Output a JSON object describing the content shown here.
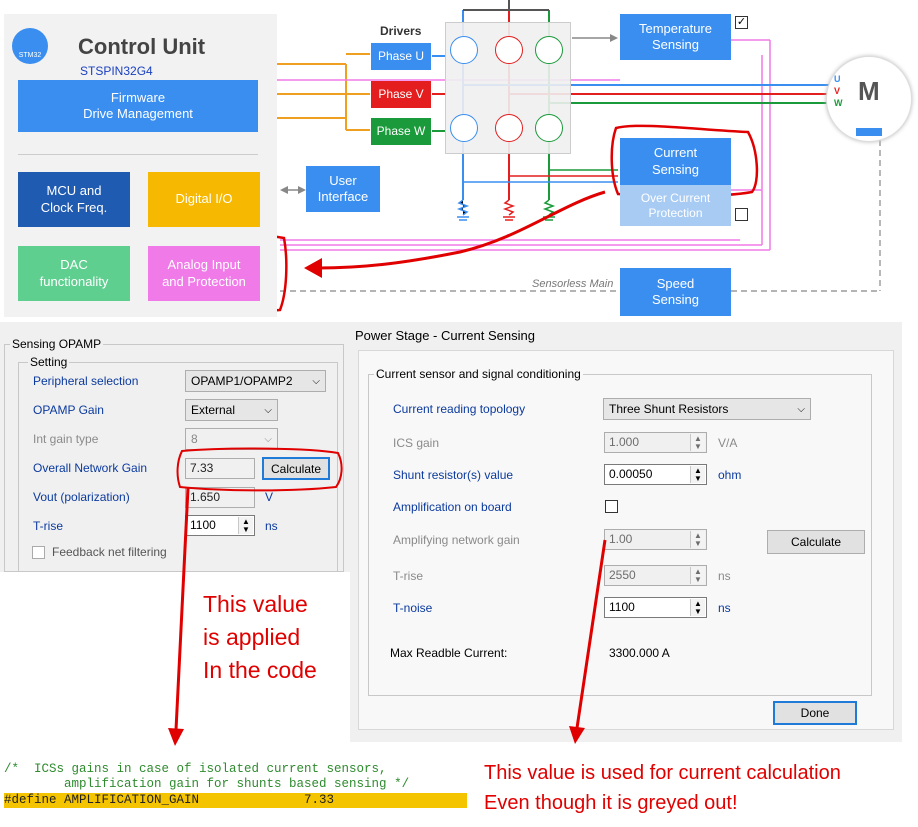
{
  "diagram": {
    "control_unit_title": "Control Unit",
    "control_unit_subtitle": "STSPIN32G4",
    "logo_text": "STM32",
    "firmware_block": "Firmware\nDrive Management",
    "mcu_block": "MCU and\nClock Freq.",
    "digital_io_block": "Digital I/O",
    "dac_block": "DAC\nfunctionality",
    "analog_block": "Analog Input\nand Protection",
    "user_interface_block": "User\nInterface",
    "drivers_label": "Drivers",
    "phase_u": "Phase U",
    "phase_v": "Phase V",
    "phase_w": "Phase W",
    "temperature_sensing": "Temperature\nSensing",
    "current_sensing": "Current\nSensing",
    "over_current": "Over Current\nProtection",
    "speed_sensing": "Speed\nSensing",
    "sensorless_main": "Sensorless Main",
    "motor_label": "M",
    "motor_u": "U",
    "motor_v": "V",
    "motor_w": "W",
    "colors": {
      "blue": "#3a8ef0",
      "red": "#e41e1e",
      "green": "#1a9a3a",
      "orange": "#f0a020",
      "pink": "#f07ae8",
      "annotation_red": "#e00000"
    }
  },
  "sensing_opamp": {
    "group_title": "Sensing OPAMP",
    "setting_title": "Setting",
    "peripheral_label": "Peripheral selection",
    "peripheral_value": "OPAMP1/OPAMP2",
    "gain_label": "OPAMP Gain",
    "gain_value": "External",
    "int_gain_label": "Int gain type",
    "int_gain_value": "8",
    "network_gain_label": "Overall Network Gain",
    "network_gain_value": "7.33",
    "calculate_button": "Calculate",
    "vout_label": "Vout (polarization)",
    "vout_value": "1.650",
    "vout_unit": "V",
    "trise_label": "T-rise",
    "trise_value": "1100",
    "trise_unit": "ns",
    "feedback_label": "Feedback net filtering"
  },
  "power_stage": {
    "window_title": "Power Stage - Current Sensing",
    "group_title": "Current sensor and signal conditioning",
    "topology_label": "Current reading topology",
    "topology_value": "Three Shunt Resistors",
    "ics_gain_label": "ICS gain",
    "ics_gain_value": "1.000",
    "ics_gain_unit": "V/A",
    "shunt_label": "Shunt resistor(s) value",
    "shunt_value": "0.00050",
    "shunt_unit": "ohm",
    "amp_on_board_label": "Amplification on board",
    "amp_network_label": "Amplifying network gain",
    "amp_network_value": "1.00",
    "calculate_button": "Calculate",
    "trise_label": "T-rise",
    "trise_value": "2550",
    "trise_unit": "ns",
    "tnoise_label": "T-noise",
    "tnoise_value": "1100",
    "tnoise_unit": "ns",
    "max_current_label": "Max Readble Current:",
    "max_current_value": "3300.000 A",
    "done_button": "Done"
  },
  "annotations": {
    "applied_text": "This value\nis applied\nIn the code",
    "used_text": "This value is used for current calculation\nEven though it is greyed out!"
  },
  "code": {
    "comment_line1": "/*  ICSs gains in case of isolated current sensors,",
    "comment_line2": "        amplification gain for shunts based sensing */",
    "define_line": "#define AMPLIFICATION_GAIN              7.33"
  }
}
